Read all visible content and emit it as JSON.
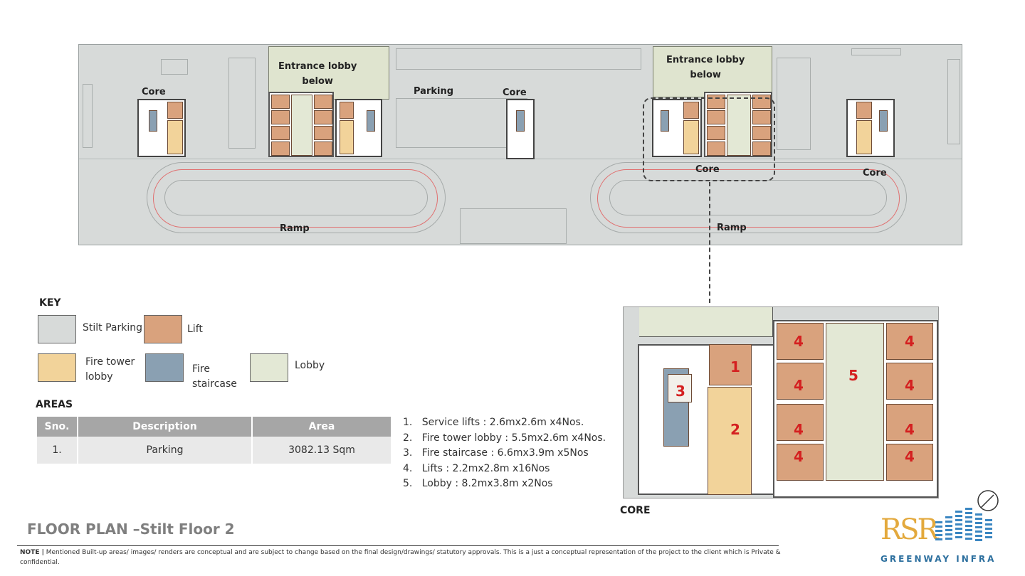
{
  "site_plan": {
    "labels": {
      "core_1": "Core",
      "entrance_lobby_1": "Entrance lobby\nbelow",
      "parking": "Parking",
      "core_2": "Core",
      "entrance_lobby_2": "Entrance lobby\nbelow",
      "core_3": "Core",
      "core_4": "Core",
      "ramp_1": "Ramp",
      "ramp_2": "Ramp"
    }
  },
  "key": {
    "title": "KEY",
    "items": [
      {
        "label": "Stilt Parking",
        "color": "#d7dad9"
      },
      {
        "label": "Lift",
        "color": "#d9a27d"
      },
      {
        "label": "Fire tower lobby",
        "color": "#f2d39a"
      },
      {
        "label": "Fire staircase",
        "color": "#8aa0b2"
      },
      {
        "label": "Lobby",
        "color": "#e3e8d5"
      }
    ]
  },
  "areas": {
    "title": "AREAS",
    "headers": [
      "Sno.",
      "Description",
      "Area"
    ],
    "rows": [
      {
        "sno": "1.",
        "description": "Parking",
        "area": "3082.13 Sqm"
      }
    ]
  },
  "notes": [
    "1.   Service lifts : 2.6mx2.6m x4Nos.",
    "2.   Fire tower lobby : 5.5mx2.6m x4Nos.",
    "3.   Fire staircase : 6.6mx3.9m x5Nos",
    "4.   Lifts : 2.2mx2.8m x16Nos",
    "5.   Lobby : 8.2mx3.8m x2Nos"
  ],
  "core_detail": {
    "label": "CORE",
    "numbers": [
      "1",
      "2",
      "3",
      "4",
      "5"
    ]
  },
  "footer": {
    "title": "FLOOR PLAN –Stilt Floor 2",
    "note_label": "NOTE |",
    "note_text": " Mentioned Built-up areas/ images/ renders are conceptual and are subject to change based on the final design/drawings/ statutory approvals. This is a just a conceptual representation of the project to the client which is Private & confidential."
  },
  "logo": {
    "mark": "RSR",
    "subtitle": "GREENWAY INFRA",
    "colors": {
      "gold": "#e3a93d",
      "blue": "#2c6f9e"
    }
  }
}
